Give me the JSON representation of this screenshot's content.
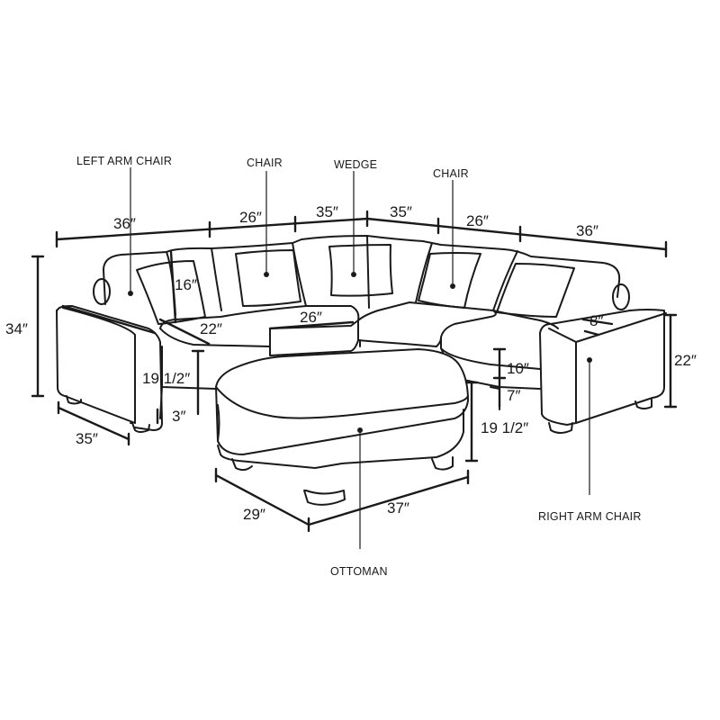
{
  "labels": {
    "left_arm_chair": "LEFT ARM CHAIR",
    "chair_left": "CHAIR",
    "wedge": "WEDGE",
    "chair_right": "CHAIR",
    "right_arm_chair": "RIGHT ARM CHAIR",
    "ottoman": "OTTOMAN"
  },
  "dimensions": {
    "top_left_arm_width": "36″",
    "top_chair_left_width": "26″",
    "top_wedge_left": "35″",
    "top_wedge_right": "35″",
    "top_chair_right_width": "26″",
    "top_right_arm_width": "36″",
    "overall_height": "34″",
    "back_cushion_height": "16″",
    "seat_depth": "22″",
    "chair_seat_width": "26″",
    "arm_width": "8″",
    "arm_height": "22″",
    "seat_height_left": "19 1/2″",
    "leg_height": "3″",
    "depth_left": "35″",
    "seat_cushion_thickness": "10″",
    "seat_base_height": "7″",
    "ottoman_height": "19 1/2″",
    "ottoman_depth": "29″",
    "ottoman_width": "37″"
  }
}
